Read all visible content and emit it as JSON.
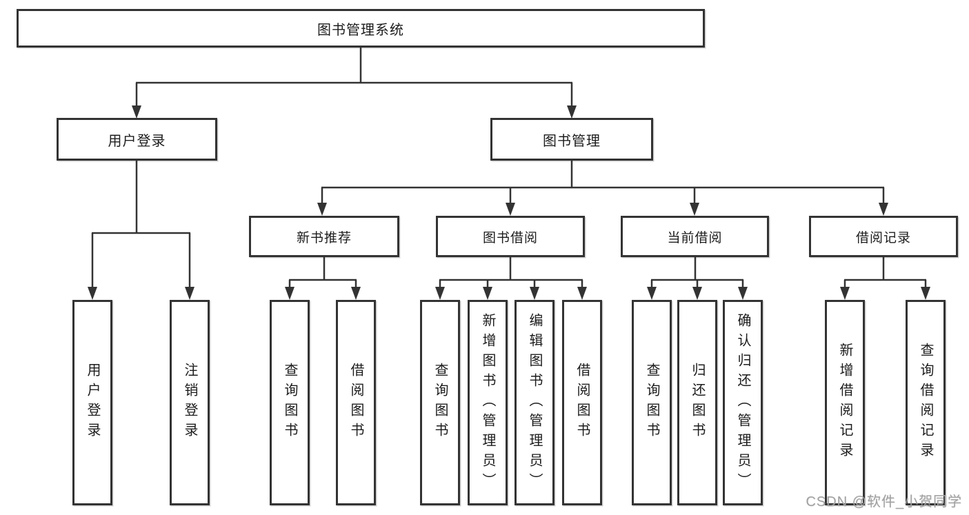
{
  "diagram": {
    "title": "图书管理系统",
    "nodes": {
      "root": {
        "label": "图书管理系统"
      },
      "user_login": {
        "label": "用户登录",
        "children": [
          {
            "label": "用户登录"
          },
          {
            "label": "注销登录"
          }
        ]
      },
      "book_management": {
        "label": "图书管理",
        "children_labels": [
          "新书推荐",
          "图书借阅",
          "当前借阅",
          "借阅记录"
        ]
      },
      "new_book_recommend": {
        "label": "新书推荐",
        "children": [
          {
            "label": "查询图书"
          },
          {
            "label": "借阅图书"
          }
        ]
      },
      "book_borrowing": {
        "label": "图书借阅",
        "children": [
          {
            "label": "查询图书"
          },
          {
            "label": "新增图书（管理员）"
          },
          {
            "label": "编辑图书（管理员）"
          },
          {
            "label": "借阅图书"
          }
        ]
      },
      "current_borrowing": {
        "label": "当前借阅",
        "children": [
          {
            "label": "查询图书"
          },
          {
            "label": "归还图书"
          },
          {
            "label": "确认归还（管理员）"
          }
        ]
      },
      "borrow_records": {
        "label": "借阅记录",
        "children": [
          {
            "label": "新增借阅记录"
          },
          {
            "label": "查询借阅记录"
          }
        ]
      }
    }
  },
  "watermark": {
    "text": "CSDN @软件_小贺同学",
    "color": "#a3a3a3"
  },
  "colors": {
    "background": "#ffffff",
    "line": "#333333",
    "box_border": "#333333",
    "text": "#1c1c1c"
  }
}
